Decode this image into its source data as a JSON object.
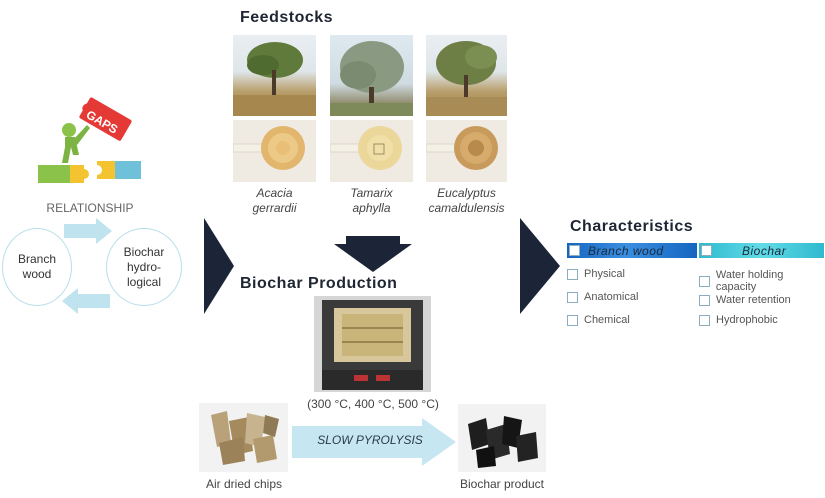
{
  "feedstocks": {
    "title": "Feedstocks",
    "species": [
      {
        "genus": "Acacia",
        "epithet": "gerrardii"
      },
      {
        "genus": "Tamarix",
        "epithet": "aphylla"
      },
      {
        "genus": "Eucalyptus",
        "epithet": "camaldulensis"
      }
    ]
  },
  "relationship": {
    "gaps_label": "GAPS",
    "title": "RELATIONSHIP",
    "left_circle": [
      "Branch",
      "wood"
    ],
    "right_circle": [
      "Biochar",
      "hydro-",
      "logical"
    ]
  },
  "production": {
    "title": "Biochar Production",
    "temperatures": "(300 °C, 400 °C, 500 °C)",
    "process_label": "SLOW PYROLYSIS",
    "input_label": "Air dried chips",
    "output_label": "Biochar product"
  },
  "characteristics": {
    "title": "Characteristics",
    "branch_wood": {
      "label": "Branch wood",
      "items": [
        "Physical",
        "Anatomical",
        "Chemical"
      ]
    },
    "biochar": {
      "label": "Biochar",
      "items": [
        "Water holding capacity",
        "Water retention",
        "Hydrophobic"
      ]
    }
  },
  "colors": {
    "dark_arrow": "#1c2538",
    "light_arrow": "#bfe3ef",
    "branch_bar": "#1565c0",
    "biochar_bar": "#4fd2e0"
  }
}
